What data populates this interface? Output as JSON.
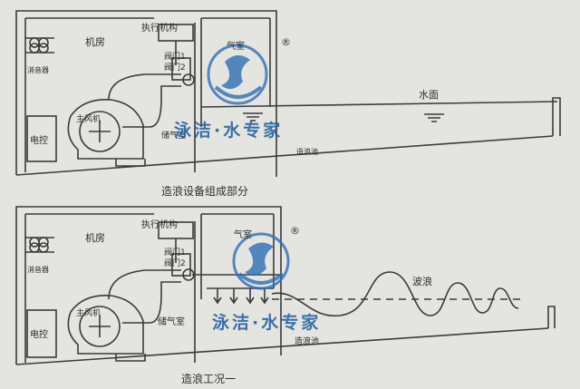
{
  "watermark": {
    "text": "泳洁·水专家",
    "registered": "®",
    "brand_color": "#2f6fb3"
  },
  "colors": {
    "background": "#e4e4e1",
    "line": "#3b3b3b",
    "text": "#2d2d2d"
  },
  "diagram_top": {
    "caption": "造浪设备组成部分",
    "machine_room": "机房",
    "actuator": "执行机构",
    "valve_1": "阀门1",
    "valve_2": "阀门2",
    "silencer": "消音器",
    "main_fan": "主风机",
    "electrical_control": "电控",
    "air_storage": "储气室",
    "air_chamber": "气室",
    "wave_pool": "造浪池",
    "water_surface": "水面"
  },
  "diagram_bottom": {
    "caption": "造浪工况一",
    "machine_room": "机房",
    "actuator": "执行机构",
    "valve_1": "阀门1",
    "valve_2": "阀门2",
    "silencer": "消音器",
    "main_fan": "主风机",
    "electrical_control": "电控",
    "air_storage": "储气室",
    "air_chamber": "气室",
    "wave_pool": "造浪池",
    "wave": "波浪"
  }
}
